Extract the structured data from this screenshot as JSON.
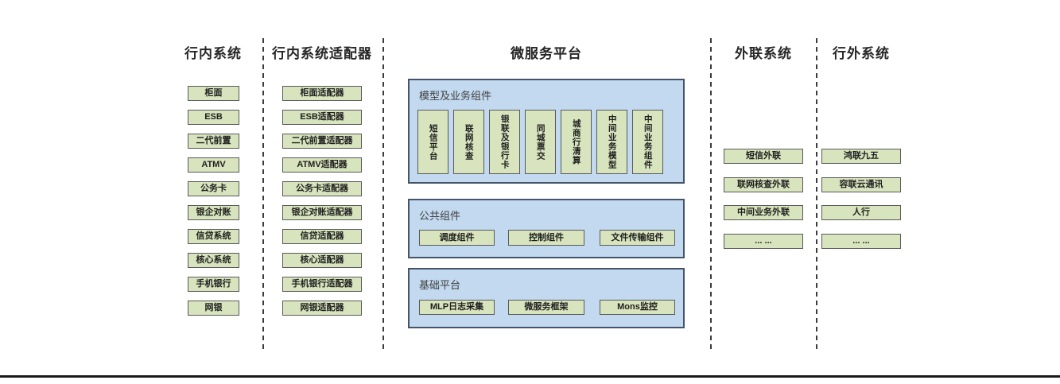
{
  "diagram_title": "bank-microservice-architecture",
  "columns": {
    "internal": {
      "title": "行内系统",
      "items": [
        "柜面",
        "ESB",
        "二代前置",
        "ATMV",
        "公务卡",
        "银企对账",
        "信贷系统",
        "核心系统",
        "手机银行",
        "网银"
      ]
    },
    "adapter": {
      "title": "行内系统适配器",
      "items": [
        "柜面适配器",
        "ESB适配器",
        "二代前置适配器",
        "ATMV适配器",
        "公务卡适配器",
        "银企对账适配器",
        "信贷适配器",
        "核心适配器",
        "手机银行适配器",
        "网银适配器"
      ]
    },
    "platform": {
      "title": "微服务平台",
      "model_group": {
        "title": "模型及业务组件",
        "items": [
          "短信平台",
          "联网核查",
          "银联及银行卡",
          "同城票交",
          "城商行清算",
          "中间业务模型",
          "中间业务组件"
        ]
      },
      "common_group": {
        "title": "公共组件",
        "items": [
          "调度组件",
          "控制组件",
          "文件传输组件"
        ]
      },
      "base_group": {
        "title": "基础平台",
        "items": [
          "MLP日志采集",
          "微服务框架",
          "Mons监控"
        ]
      }
    },
    "external": {
      "title": "外联系统",
      "items": [
        "短信外联",
        "联网核查外联",
        "中间业务外联",
        "... ..."
      ]
    },
    "outside": {
      "title": "行外系统",
      "items": [
        "鸿联九五",
        "容联云通讯",
        "人行",
        "... ..."
      ]
    }
  },
  "colors": {
    "box_fill": "#d7e4bd",
    "box_border": "#595959",
    "container_fill": "#c3d9ef",
    "container_border": "#44546a",
    "header_text": "#262626",
    "divider": "#3c3c3c",
    "bottom_rule": "#1a1a1a"
  }
}
